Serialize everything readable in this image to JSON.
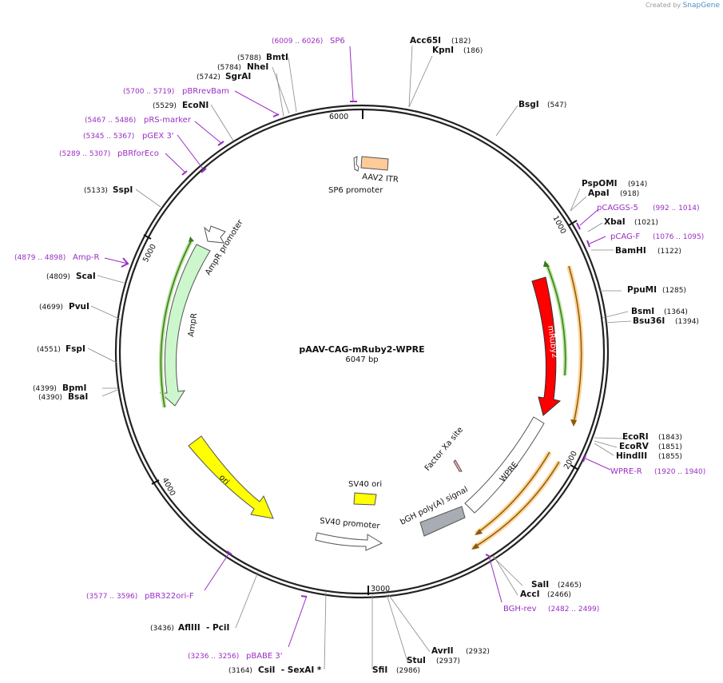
{
  "credit": {
    "prefix": "Created by",
    "brand": "SnapGene"
  },
  "plasmid": {
    "name": "pAAV-CAG-mRuby2-WPRE",
    "length": "6047 bp"
  },
  "ticks": [
    "1000",
    "2000",
    "3000",
    "4000",
    "5000",
    "6000"
  ],
  "enzymes": [
    {
      "name": "Acc65I",
      "pos": "(182)"
    },
    {
      "name": "KpnI",
      "pos": "(186)"
    },
    {
      "name": "BsgI",
      "pos": "(547)"
    },
    {
      "name": "PspOMI",
      "pos": "(914)"
    },
    {
      "name": "ApaI",
      "pos": "(918)"
    },
    {
      "name": "XbaI",
      "pos": "(1021)"
    },
    {
      "name": "BamHI",
      "pos": "(1122)"
    },
    {
      "name": "PpuMI",
      "pos": "(1285)"
    },
    {
      "name": "BsmI",
      "pos": "(1364)"
    },
    {
      "name": "Bsu36I",
      "pos": "(1394)"
    },
    {
      "name": "EcoRI",
      "pos": "(1843)"
    },
    {
      "name": "EcoRV",
      "pos": "(1851)"
    },
    {
      "name": "HindIII",
      "pos": "(1855)"
    },
    {
      "name": "SalI",
      "pos": "(2465)"
    },
    {
      "name": "AccI",
      "pos": "(2466)"
    },
    {
      "name": "AvrII",
      "pos": "(2932)"
    },
    {
      "name": "StuI",
      "pos": "(2937)"
    },
    {
      "name": "SfiI",
      "pos": "(2986)"
    },
    {
      "name": "CsiI  - SexAI *",
      "pos": "(3164)"
    },
    {
      "name": "AflIII  - PciI",
      "pos": "(3436)"
    },
    {
      "name": "BsaI",
      "pos": "(4390)"
    },
    {
      "name": "BpmI",
      "pos": "(4399)"
    },
    {
      "name": "FspI",
      "pos": "(4551)"
    },
    {
      "name": "PvuI",
      "pos": "(4699)"
    },
    {
      "name": "ScaI",
      "pos": "(4809)"
    },
    {
      "name": "SspI",
      "pos": "(5133)"
    },
    {
      "name": "EcoNI",
      "pos": "(5529)"
    },
    {
      "name": "SgrAI",
      "pos": "(5742)"
    },
    {
      "name": "NheI",
      "pos": "(5784)"
    },
    {
      "name": "BmtI",
      "pos": "(5788)"
    }
  ],
  "primers": [
    {
      "name": "SP6",
      "pos": "(6009 .. 6026)"
    },
    {
      "name": "pBRrevBam",
      "pos": "(5700 .. 5719)"
    },
    {
      "name": "pRS-marker",
      "pos": "(5467 .. 5486)"
    },
    {
      "name": "pGEX 3'",
      "pos": "(5345 .. 5367)"
    },
    {
      "name": "pBRforEco",
      "pos": "(5289 .. 5307)"
    },
    {
      "name": "Amp-R",
      "pos": "(4879 .. 4898)"
    },
    {
      "name": "pCAGGS-5",
      "pos": "(992 .. 1014)"
    },
    {
      "name": "pCAG-F",
      "pos": "(1076 .. 1095)"
    },
    {
      "name": "WPRE-R",
      "pos": "(1920 .. 1940)"
    },
    {
      "name": "BGH-rev",
      "pos": "(2482 .. 2499)"
    },
    {
      "name": "pBR322ori-F",
      "pos": "(3577 .. 3596)"
    },
    {
      "name": "pBABE 3'",
      "pos": "(3236 .. 3256)"
    }
  ],
  "features": {
    "aav2_itr": "AAV2 ITR",
    "sp6_promoter": "SP6 promoter",
    "ampr_promoter": "AmpR promoter",
    "ampr": "AmpR",
    "mruby2": "mRuby2",
    "factor_xa": "Factor Xa site",
    "wpre": "WPRE",
    "bgh": "bGH poly(A) signal",
    "sv40_ori": "SV40 ori",
    "sv40_promoter": "SV40 promoter",
    "ori": "ori"
  },
  "colors": {
    "primer": "#9a2ec4",
    "ampr": "#ccf7cc",
    "mruby2": "#ff0000",
    "ori": "#ffff00",
    "itr": "#ffcc99",
    "bgh": "#a8adb3",
    "primer_bind_green": "#6aa32a",
    "primer_bind_orange": "#e8a040"
  }
}
